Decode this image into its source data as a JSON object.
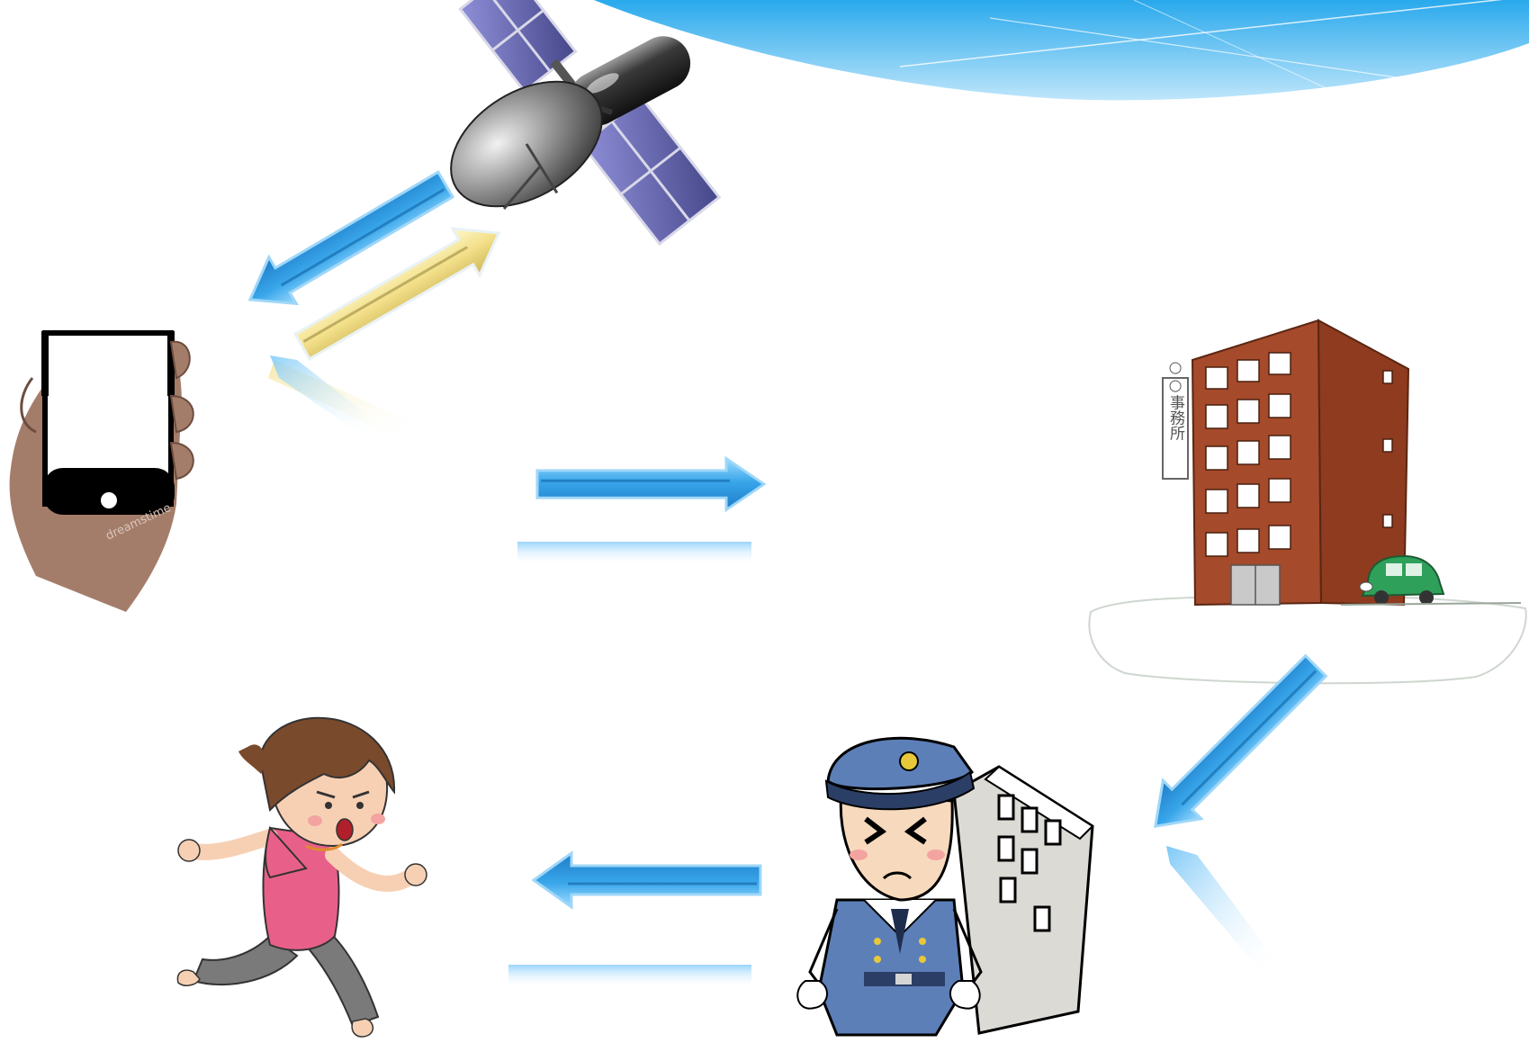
{
  "banner": {
    "title_fragment": "",
    "colors": {
      "top": "#29a9ec",
      "bottom": "#bfe6fb"
    }
  },
  "illustrations": {
    "satellite": "satellite-icon",
    "smartphone": "smartphone-in-hand-icon",
    "security_company": "office-building-icon",
    "police": "police-officer-icon",
    "victim": "running-woman-icon"
  },
  "building_sign": "○○事務所",
  "phone_watermark": "dreamstime",
  "arrows": {
    "satellite_to_phone": {
      "color": "#3aa7ea",
      "direction": "down-left"
    },
    "phone_to_satellite": {
      "color": "#f3e08a",
      "direction": "up-right"
    },
    "phone_to_office": {
      "color": "#3aa7ea",
      "direction": "right"
    },
    "office_to_police": {
      "color": "#3aa7ea",
      "direction": "down-left"
    },
    "police_to_victim": {
      "color": "#3aa7ea",
      "direction": "left"
    }
  },
  "colors": {
    "arrow_blue": "#3aa7ea",
    "arrow_yellow": "#f3e08a",
    "building_brick": "#a54a2a",
    "uniform_blue": "#5d7fb8",
    "shirt_pink": "#e8608a"
  }
}
